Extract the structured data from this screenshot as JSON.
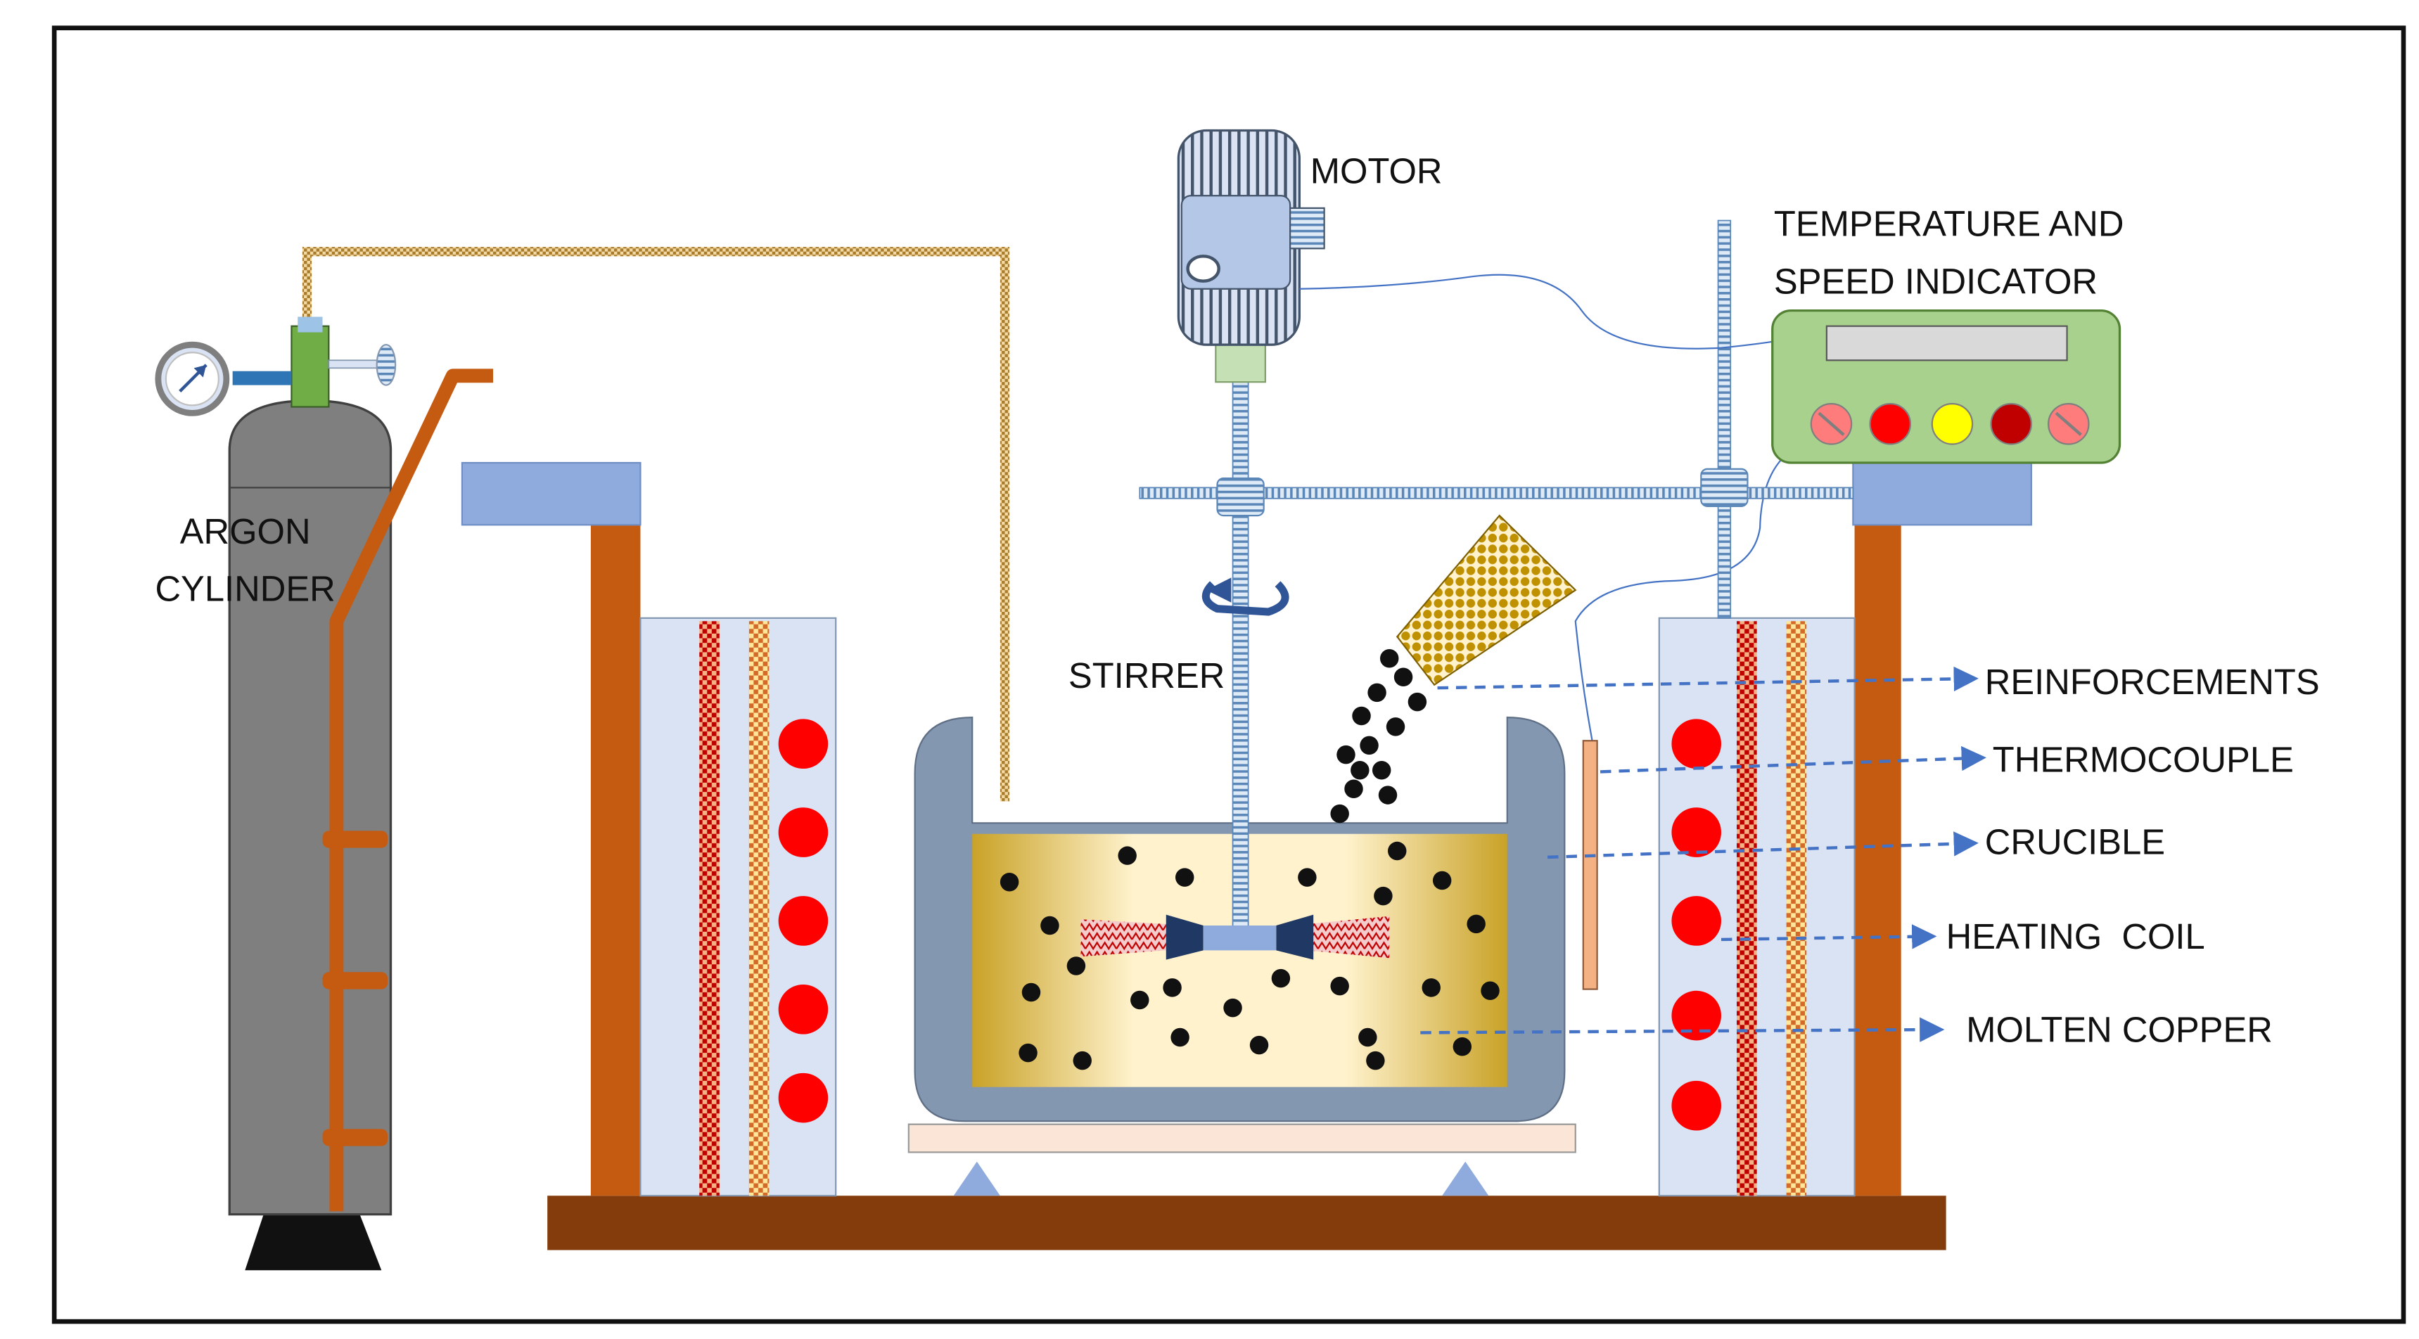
{
  "labels": {
    "motor": "MOTOR",
    "indicator_line1": "TEMPERATURE AND",
    "indicator_line2": "SPEED INDICATOR",
    "argon_line1": "ARGON",
    "argon_line2": "CYLINDER",
    "stirrer": "STIRRER",
    "reinforcements": "REINFORCEMENTS",
    "thermocouple": "THERMOCOUPLE",
    "crucible": "CRUCIBLE",
    "heating_coil": "HEATING  COIL",
    "molten_copper": "MOLTEN COPPER"
  },
  "colors": {
    "frame_border": "#111111",
    "base_brown": "#843c0c",
    "pillar_orange": "#c55a11",
    "panel_blue": "#dae3f3",
    "cap_blue": "#8faadc",
    "heater_red": "#ff0000",
    "cylinder_gray": "#7f7f7f",
    "crucible_slate": "#8497b0",
    "molten_light": "#fff2cc",
    "molten_gold": "#c9a227",
    "indicator_green": "#a9d18e",
    "rod_blue": "#9dc3e6",
    "arrow_blue": "#4472c4",
    "stand_peach": "#fbe5d6",
    "motor_blue": "#b4c7e7",
    "indicator_buttons": [
      "#ff7c7c",
      "#ff0000",
      "#ffff00",
      "#c00000",
      "#ff7c7c"
    ]
  },
  "icons": {
    "gauge": "pressure-gauge-icon",
    "rotation": "rotation-arrow-icon"
  }
}
